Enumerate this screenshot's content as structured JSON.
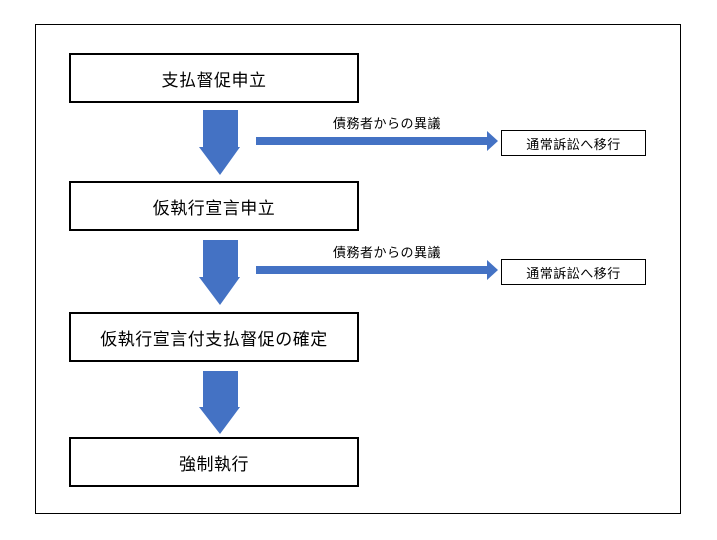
{
  "steps": [
    "支払督促申立",
    "仮執行宣言申立",
    "仮執行宣言付支払督促の確定",
    "強制執行"
  ],
  "branches": [
    {
      "label": "債務者からの異議",
      "target": "通常訴訟へ移行"
    },
    {
      "label": "債務者からの異議",
      "target": "通常訴訟へ移行"
    }
  ],
  "colors": {
    "arrow": "#4472C4",
    "border": "#000000"
  }
}
